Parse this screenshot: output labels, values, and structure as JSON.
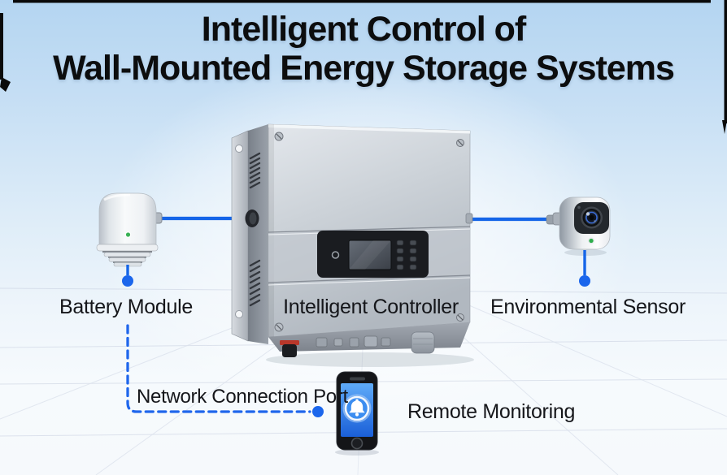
{
  "title": {
    "line1": "Intelligent Control of",
    "line2": "Wall-Mounted Energy Storage Systems"
  },
  "diagram": {
    "battery": {
      "label": "Battery Module"
    },
    "controller": {
      "label": "Intelligent Controller"
    },
    "sensor": {
      "label": "Environmental Sensor"
    },
    "network_port": {
      "label": "Network Connection Port"
    },
    "remote_monitoring": {
      "label": "Remote Monitoring"
    }
  },
  "colors": {
    "connection_blue": "#1565E8",
    "led_green": "#2FAE4D",
    "sky_top": "#B4D5F1",
    "floor_line": "#C7CFDF",
    "label_text": "#15161A"
  }
}
